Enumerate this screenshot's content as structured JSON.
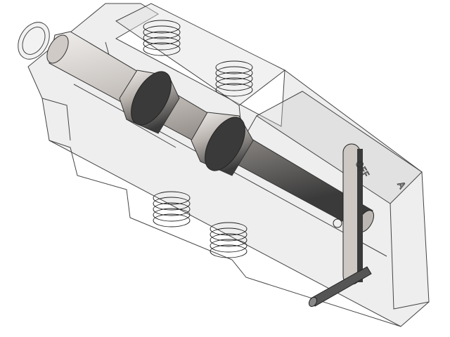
{
  "model": {
    "engravings": [
      "OFF",
      "A"
    ],
    "colors": {
      "housing": "#d9d9d9",
      "housing_edge": "#444444",
      "shaft_light": "#d8d4d0",
      "shaft_dark": "#3a3a3a",
      "background": "#ffffff"
    },
    "icons": [
      "transparent-housing",
      "shaft",
      "spring",
      "lever",
      "pin"
    ]
  }
}
